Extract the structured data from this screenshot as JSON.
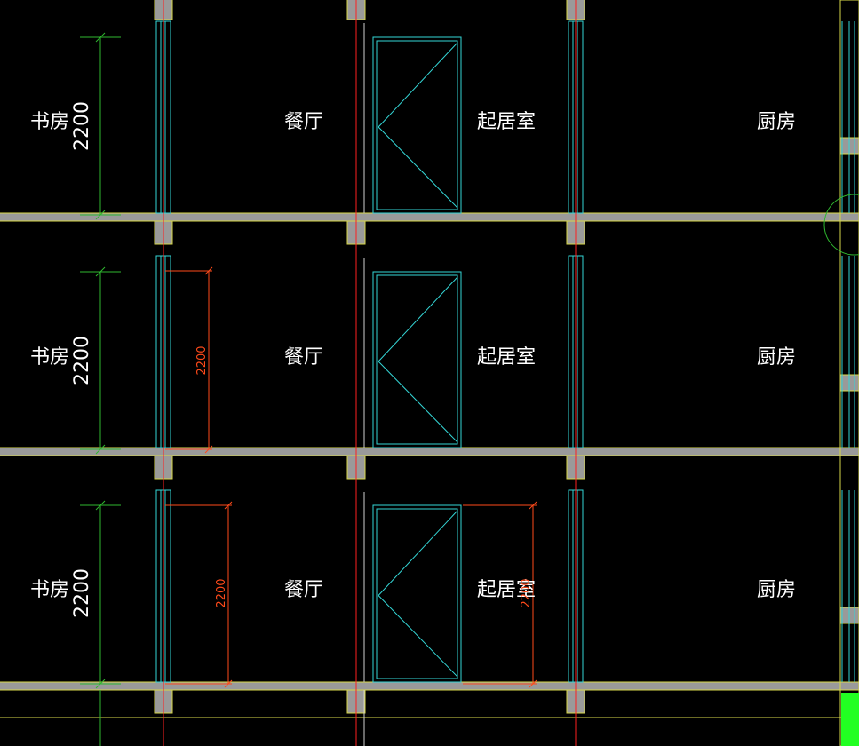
{
  "drawing": {
    "rooms": {
      "study": "书房",
      "dining": "餐厅",
      "living": "起居室",
      "kitchen": "厨房"
    },
    "floors": [
      {
        "study_dim": "2200",
        "red_dims": []
      },
      {
        "study_dim": "2200",
        "red_dims": [
          "2200"
        ]
      },
      {
        "study_dim": "2200",
        "red_dims": [
          "2200",
          "2200"
        ]
      }
    ],
    "colors": {
      "background": "#000000",
      "slab": "#9a9a9a",
      "slab_edge": "#d8d84a",
      "window": "#34d6d6",
      "axis": "#ff2020",
      "dimension_green": "#2fb82f",
      "dimension_red": "#ff4a1a",
      "label": "#ffffff",
      "accent_green": "#22ff22"
    }
  }
}
